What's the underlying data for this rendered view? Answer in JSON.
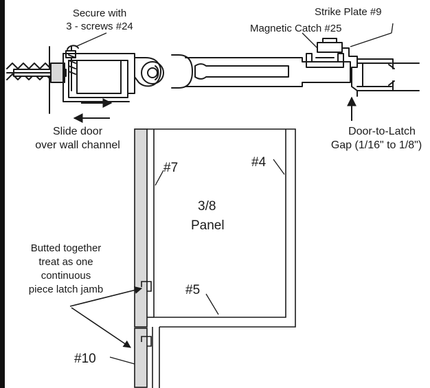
{
  "labels": {
    "secure_line1": "Secure with",
    "secure_line2": "3 - screws #24",
    "strike_plate": "Strike Plate #9",
    "magnetic_catch": "Magnetic Catch #25",
    "slide_line1": "Slide door",
    "slide_line2": "over wall channel",
    "gap_line1": "Door-to-Latch",
    "gap_line2": "Gap (1/16\" to 1/8\")",
    "part_7": "#7",
    "part_4": "#4",
    "panel_line1": "3/8",
    "panel_line2": "Panel",
    "part_5": "#5",
    "butted_line1": "Butted together",
    "butted_line2": "treat as one",
    "butted_line3": "continuous",
    "butted_line4": "piece latch jamb",
    "part_10": "#10"
  },
  "colors": {
    "line": "#1a1a1a",
    "jamb_fill": "#d9d9d9",
    "background": "#ffffff",
    "left_bar": "#111111"
  },
  "icons": {
    "screw": "screw-icon",
    "magnet": "magnetic-catch-icon",
    "arrow_left": "arrow-left-icon",
    "arrow_right": "arrow-right-icon",
    "arrow_up": "arrow-up-icon"
  }
}
